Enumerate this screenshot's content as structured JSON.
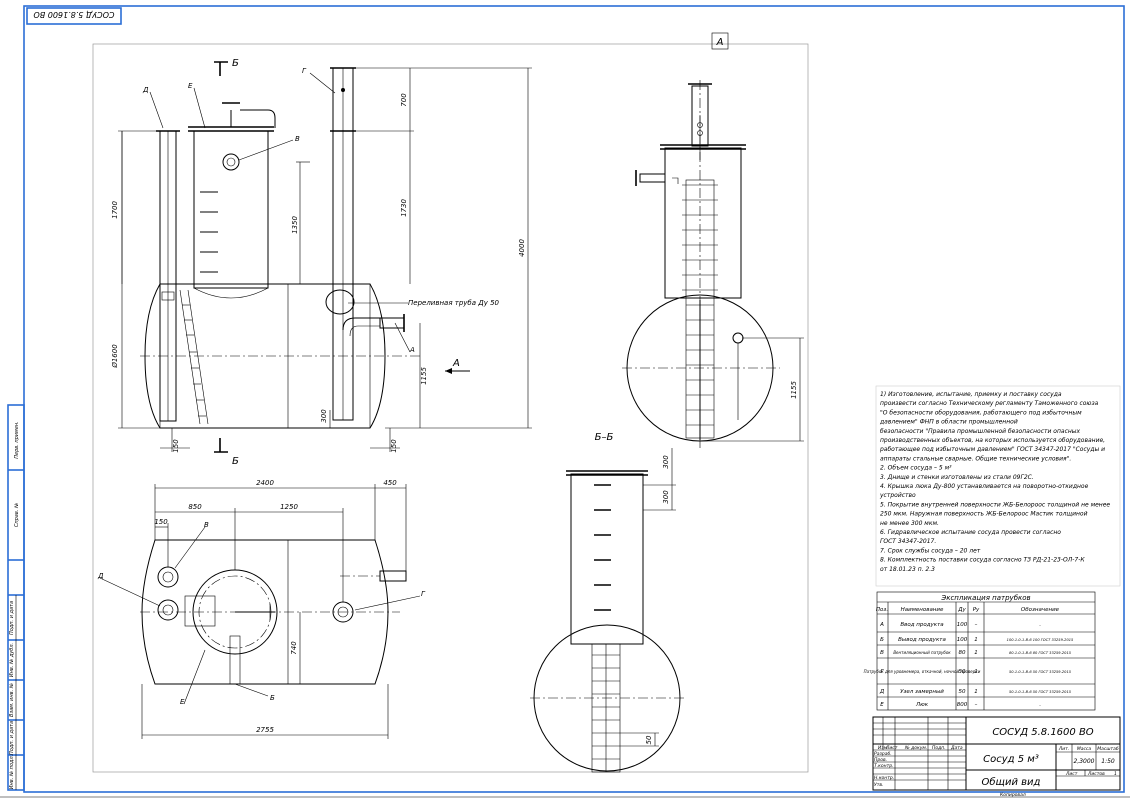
{
  "drawing": {
    "code_stamp": "СОСУД 5.8.1600 ВО",
    "mark_a": "А",
    "section_b": "Б",
    "section_bb": "Б–Б",
    "arrow_a": "А",
    "labels": {
      "d": "Д",
      "e": "Е",
      "g": "Г",
      "v": "В",
      "b": "Б",
      "a": "А"
    },
    "pipe_note": "Переливная труба Ду 50",
    "dims_front": {
      "d1700": "1700",
      "d1350": "1350",
      "d1730": "1730",
      "d700": "700",
      "d4000": "4000",
      "dia": "Ø1600",
      "d1155": "1155",
      "d300": "300",
      "d150l": "150",
      "d150r": "150"
    },
    "dims_plan": {
      "d2400": "2400",
      "d450": "450",
      "d850": "850",
      "d1250": "1250",
      "d150": "150",
      "d740": "740",
      "d2755": "2755"
    },
    "dims_side": {
      "d1155": "1155"
    },
    "dims_section": {
      "d300a": "300",
      "d300b": "300",
      "d50": "50"
    }
  },
  "notes": [
    "1) Изготовление, испытание, приемку и поставку сосуда",
    "произвести согласно Техническому регламенту Таможенного союза",
    "\"О безопасности оборудования, работающего под избыточным",
    "давлением\" ФНП в области промышленной",
    "безопасности \"Правила промышленной безопасности опасных",
    "производственных объектов, на которых используется оборудование,",
    "работающее под избыточным давлением\" ГОСТ 34347-2017 \"Сосуды и",
    "аппараты стальные сварные. Общие технические условия\".",
    "2. Объем сосуда – 5 м³",
    "3. Днище и стенки изготовлены из стали 09Г2С.",
    "4. Крышка люка Ду-800 устанавливается на поворотно-откидное",
    "устройство",
    "5. Покрытие внутренней поверхности ЖБ-Белороос толщиной не менее",
    "250 мкм. Наружная поверхность ЖБ-Белороос Мастик толщиной",
    "не менее 300 мкм.",
    "6. Гидравлическое испытание сосуда провести согласно",
    "ГОСТ 34347-2017.",
    "7. Срок службы сосуда – 20 лет",
    "8. Комплектность поставки сосуда согласно ТЗ РД-21-23-ОЛ-7-К",
    "от 18.01.23 п. 2.3"
  ],
  "nozzle_table": {
    "title": "Экспликация патрубков",
    "headers": [
      "Поз.",
      "Наименование",
      "Ду",
      "Ру",
      "Обозначение"
    ],
    "rows": [
      [
        "А",
        "Ввод продукта",
        "100",
        "–",
        "–"
      ],
      [
        "Б",
        "Вывод продукта",
        "100",
        "1",
        "100-1-0-1-В-6 100 ГОСТ 33259-2015"
      ],
      [
        "В",
        "Вентиляционный патрубок",
        "80",
        "1",
        "80-1-0-1-В-6 80 ГОСТ 33259-2015"
      ],
      [
        "Г",
        "Патрубок для уровнемера, откачной, ночной проверки",
        "50",
        "1",
        "50-1-0-1-В-6 50 ГОСТ 33259-2015"
      ],
      [
        "Д",
        "Узел замерный",
        "50",
        "1",
        "50-1-0-1-В-6 50 ГОСТ 33259-2015"
      ],
      [
        "Е",
        "Люк",
        "800",
        "–",
        "–"
      ]
    ]
  },
  "title_block": {
    "code": "СОСУД 5.8.1600 ВО",
    "name": "Сосуд 5 м³",
    "view": "Общий вид",
    "mass": "2,3000",
    "scale": "1:50",
    "lit": "Лит.",
    "mass_label": "Масса",
    "scale_label": "Масштаб",
    "sheet_label": "Лист",
    "sheets_label": "Листов",
    "sheets": "1",
    "roles": [
      "Изм.",
      "Лист",
      "№ докум.",
      "Подп.",
      "Дата"
    ],
    "people": [
      "Разраб.",
      "Пров.",
      "Т.контр.",
      "Н.контр.",
      "Утв."
    ],
    "format": "Копировал"
  },
  "side_stamps": [
    "Перв. примен.",
    "Справ. №",
    "Подп. и дата",
    "Инв. № дубл.",
    "Взам. инв. №",
    "Подп. и дата",
    "Инв. № подл."
  ]
}
